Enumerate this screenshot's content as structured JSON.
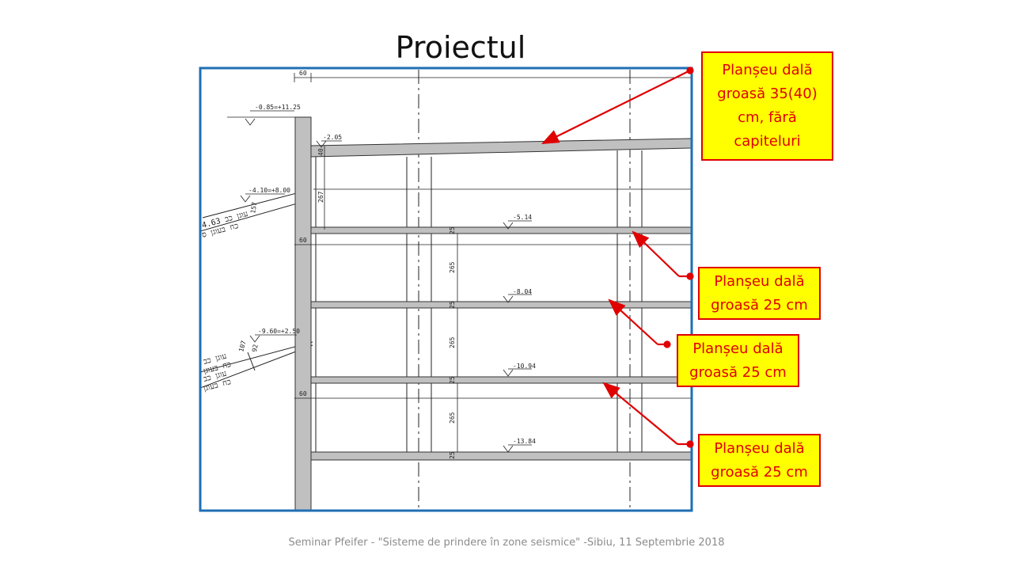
{
  "slide": {
    "title": "Proiectul",
    "footer": "Seminar Pfeifer - \"Sisteme de prindere în zone seismice\" -Sibiu, 11 Septembrie 2018"
  },
  "callouts": [
    {
      "text": "Planșeu dală groasă 35(40) cm, fără capiteluri"
    },
    {
      "text": "Planșeu dală groasă 25 cm"
    },
    {
      "text": "Planșeu dală groasă 25 cm"
    },
    {
      "text": "Planșeu dală groasă 25 cm"
    }
  ],
  "drawing": {
    "levels": [
      "-0.85=+11.25",
      "-2.05",
      "-4.10=+8.00",
      "-5.14",
      "-8.04",
      "-9.60=+2.50",
      "-10.94",
      "-13.84"
    ],
    "dims": {
      "top_60": "60",
      "d40": "40",
      "d267": "267",
      "d157": "157",
      "wall_60_a": "60",
      "wall_60_b": "60",
      "h265_a": "265",
      "h265_b": "265",
      "h265_c": "265",
      "s25_a": "25",
      "s25_b": "25",
      "s25_c": "25",
      "s25_d": "25",
      "d107": "107",
      "d92": "92"
    },
    "anchor_labels": [
      "4.63 עוגן כב",
      "כח בעוגן ס",
      "עוגן כב",
      "כח בעוגן",
      "עוגן כב",
      "כח בעוגן"
    ]
  },
  "colors": {
    "frame": "#1f6fb5",
    "callout_bg": "#ffff00",
    "callout_border": "#e00000",
    "arrow": "#e00000",
    "concrete": "#c0c0c0"
  }
}
